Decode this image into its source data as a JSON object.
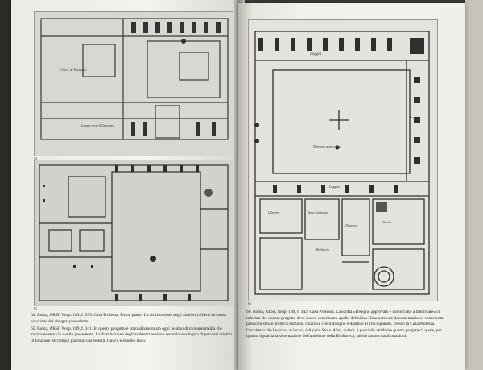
{
  "left_page": {
    "plate_top_number": "64",
    "plate_bottom_number": "65",
    "plate_top_labels": [
      "Corti di Palazzo",
      "Loggia verso il Giardino"
    ],
    "caption_64": "64. Roma, ARSI, Neap. 189, f. 339. Casa Professa. Primo piano. La distribuzione degli ambienti riflette la stessa soluzione del disegno precedente.",
    "caption_65": "65. Roma, ARSI, Neap. 189, f. 341. In questo progetto è stato abbandonato ogni residuo di monumentalità che ancora esisteva in quello precedente. La distribuzione degli ambienti avviene secondo una logica di percorsi minimi in funzione dell'ampio giardino che resterà, l'unico elemento fisso."
  },
  "right_page": {
    "plate_number": "66",
    "plate_labels": {
      "loggia_top": "Loggia",
      "loggia_right": "Loggia",
      "loggia_bottom": "Loggia",
      "court": "Disegno approvato",
      "room_a": "Libreria",
      "room_b": "Sala Capitolare",
      "room_c": "Refettorio",
      "room_d": "Dispensa",
      "room_e": "Cucina"
    },
    "caption_66": "66. Roma, ARSI, Neap. 189, f. 342. Casa Professa. La scritta «Disegno approvato e cominciato a fabbricare» ci informa che quanto progetto deve essere considerato quello definitivo. Una notevole documentazione, conservata presso lo stesso archivio romano, chiarisce che il disegno è databile al 1663 quando, presso la Casa Professa l'architetto che lavorava ai lavori, è Agazio Stoia. A lui, quindi, è possibile attribuire questo progetto il quale, per quanto riguarda la sistemazione dell'ambiente della Biblioteca, subirà ancora trasformazioni."
  }
}
